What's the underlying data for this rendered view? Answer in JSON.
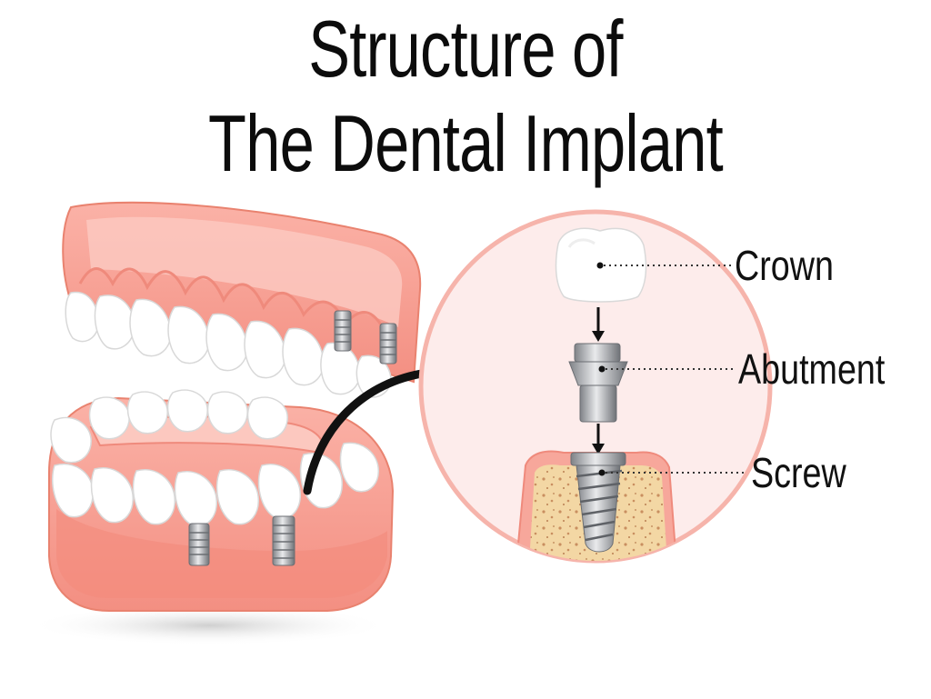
{
  "title": {
    "line1": "Structure of",
    "line2": "The Dental Implant"
  },
  "labels": {
    "crown": "Crown",
    "abutment": "Abutment",
    "screw": "Screw"
  },
  "colors": {
    "gum": "#f59a8d",
    "gum_light": "#fbc4ba",
    "tooth": "#ffffff",
    "metal": "#a7a9ad",
    "bone": "#f3d7a4",
    "circle_bg": "#fde9e7",
    "circle_border": "#f6b4ab"
  }
}
